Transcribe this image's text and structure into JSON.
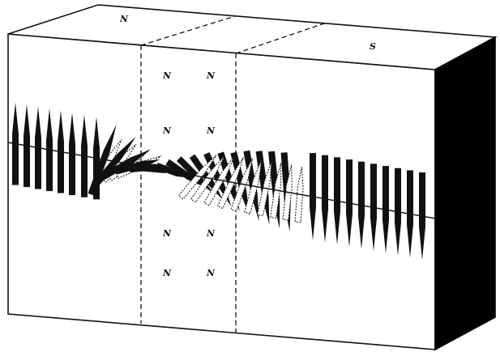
{
  "labels": {
    "top_left": "N",
    "top_right": "S",
    "grid_cells": [
      {
        "text": "N"
      },
      {
        "text": "N"
      },
      {
        "text": "N"
      },
      {
        "text": "N"
      },
      {
        "text": "N"
      },
      {
        "text": "N"
      },
      {
        "text": "N"
      },
      {
        "text": "N"
      }
    ]
  },
  "colors": {
    "ink": "#111111",
    "paper": "#ffffff",
    "right_face": "#000000"
  }
}
